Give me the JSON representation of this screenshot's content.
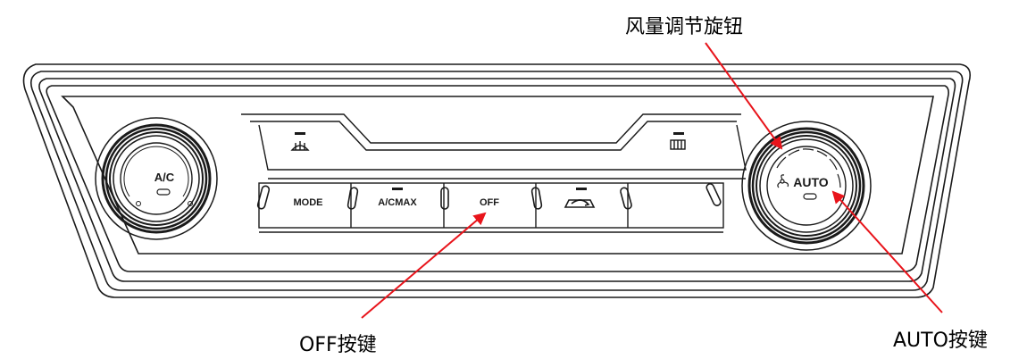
{
  "callouts": {
    "fan_knob": "风量调节旋钮",
    "off_button": "OFF按键",
    "auto_button": "AUTO按键"
  },
  "panel": {
    "left_knob_label": "A/C",
    "right_knob_label": "AUTO",
    "buttons": [
      "MODE",
      "A/CMAX",
      "OFF"
    ]
  },
  "colors": {
    "line": "#1a1a1a",
    "arrow": "#e8141b"
  },
  "icons": {
    "left_top_button": "front-defrost-icon",
    "right_top_button": "rear-defrost-icon",
    "recirculation_button": "air-recirculation-icon",
    "right_knob_fan": "fan-icon"
  }
}
